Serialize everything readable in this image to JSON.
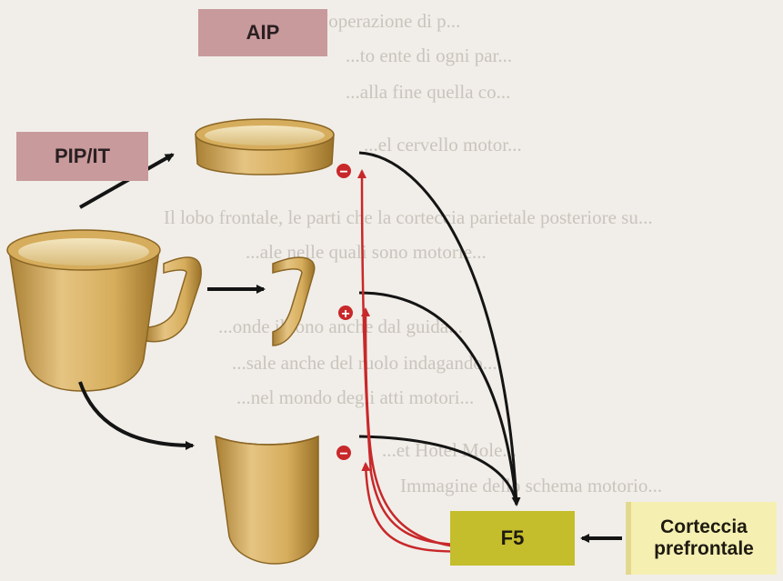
{
  "labels": {
    "aip": "AIP",
    "pip_it": "PIP/IT",
    "f5": "F5",
    "prefrontal": "Corteccia prefrontale"
  },
  "signals": {
    "top": "−",
    "middle": "+",
    "bottom": "−"
  },
  "colors": {
    "aip_box": "#c89a9b",
    "f5_box": "#c4bd2c",
    "prefrontal_box": "#f5efb2",
    "inhibit_excite_red": "#c8282a",
    "arrow_black": "#141414",
    "cup": "#d9b26a"
  },
  "background_text": [
    "...ll'operazione di p...",
    "...to ente di ogni par...",
    "...alla fine quella co...",
    "...el cervello motor...",
    "Il lobo frontale, le parti che la corteccia parietale posteriore su...",
    "...ale nelle quali sono motorie...",
    "...onde il tono anche dal guida...",
    "...sale anche del ruolo indagando...",
    "...nel mondo degli atti motori...",
    "...et Hotel Mole...",
    "Immagine dello schema motorio...",
    "..."
  ]
}
